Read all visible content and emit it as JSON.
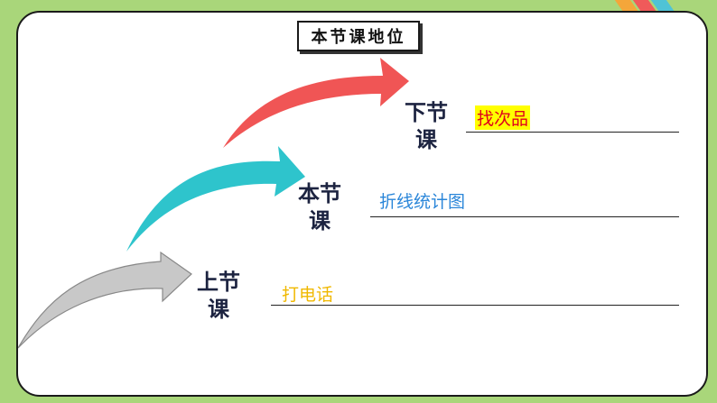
{
  "title": "本节课地位",
  "steps": {
    "prev": {
      "line1": "上节",
      "line2": "课",
      "content": "打电话"
    },
    "current": {
      "line1": "本节",
      "line2": "课",
      "content": "折线统计图"
    },
    "next": {
      "line1": "下节",
      "line2": "课",
      "content": "找次品"
    }
  },
  "colors": {
    "background": "#a9d67a",
    "arrow_prev": "#c8c8c8",
    "arrow_current": "#2ec4cc",
    "arrow_next": "#f05555",
    "text_prev": "#f0b800",
    "text_current": "#2a86d9",
    "text_next": "#e0001b",
    "highlight_next": "#ffff00"
  }
}
